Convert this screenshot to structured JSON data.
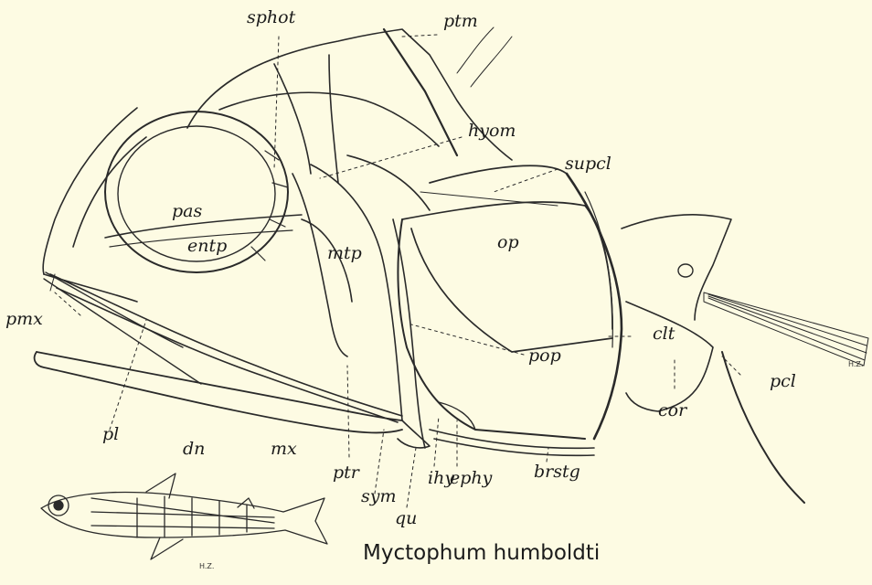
{
  "figure": {
    "caption": "Myctophum humboldti",
    "signature": "H.Z.",
    "labels": {
      "sphot": "sphot",
      "ptm": "ptm",
      "hyom": "hyom",
      "supcl": "supcl",
      "pas": "pas",
      "entp": "entp",
      "mtp": "mtp",
      "op": "op",
      "pmx": "pmx",
      "clt": "clt",
      "pop": "pop",
      "pcl": "pcl",
      "cor": "cor",
      "pl": "pl",
      "dn": "dn",
      "mx": "mx",
      "ptr": "ptr",
      "sym": "sym",
      "qu": "qu",
      "ihy": "ihy",
      "ephy": "ephy",
      "brstg": "brstg"
    }
  }
}
